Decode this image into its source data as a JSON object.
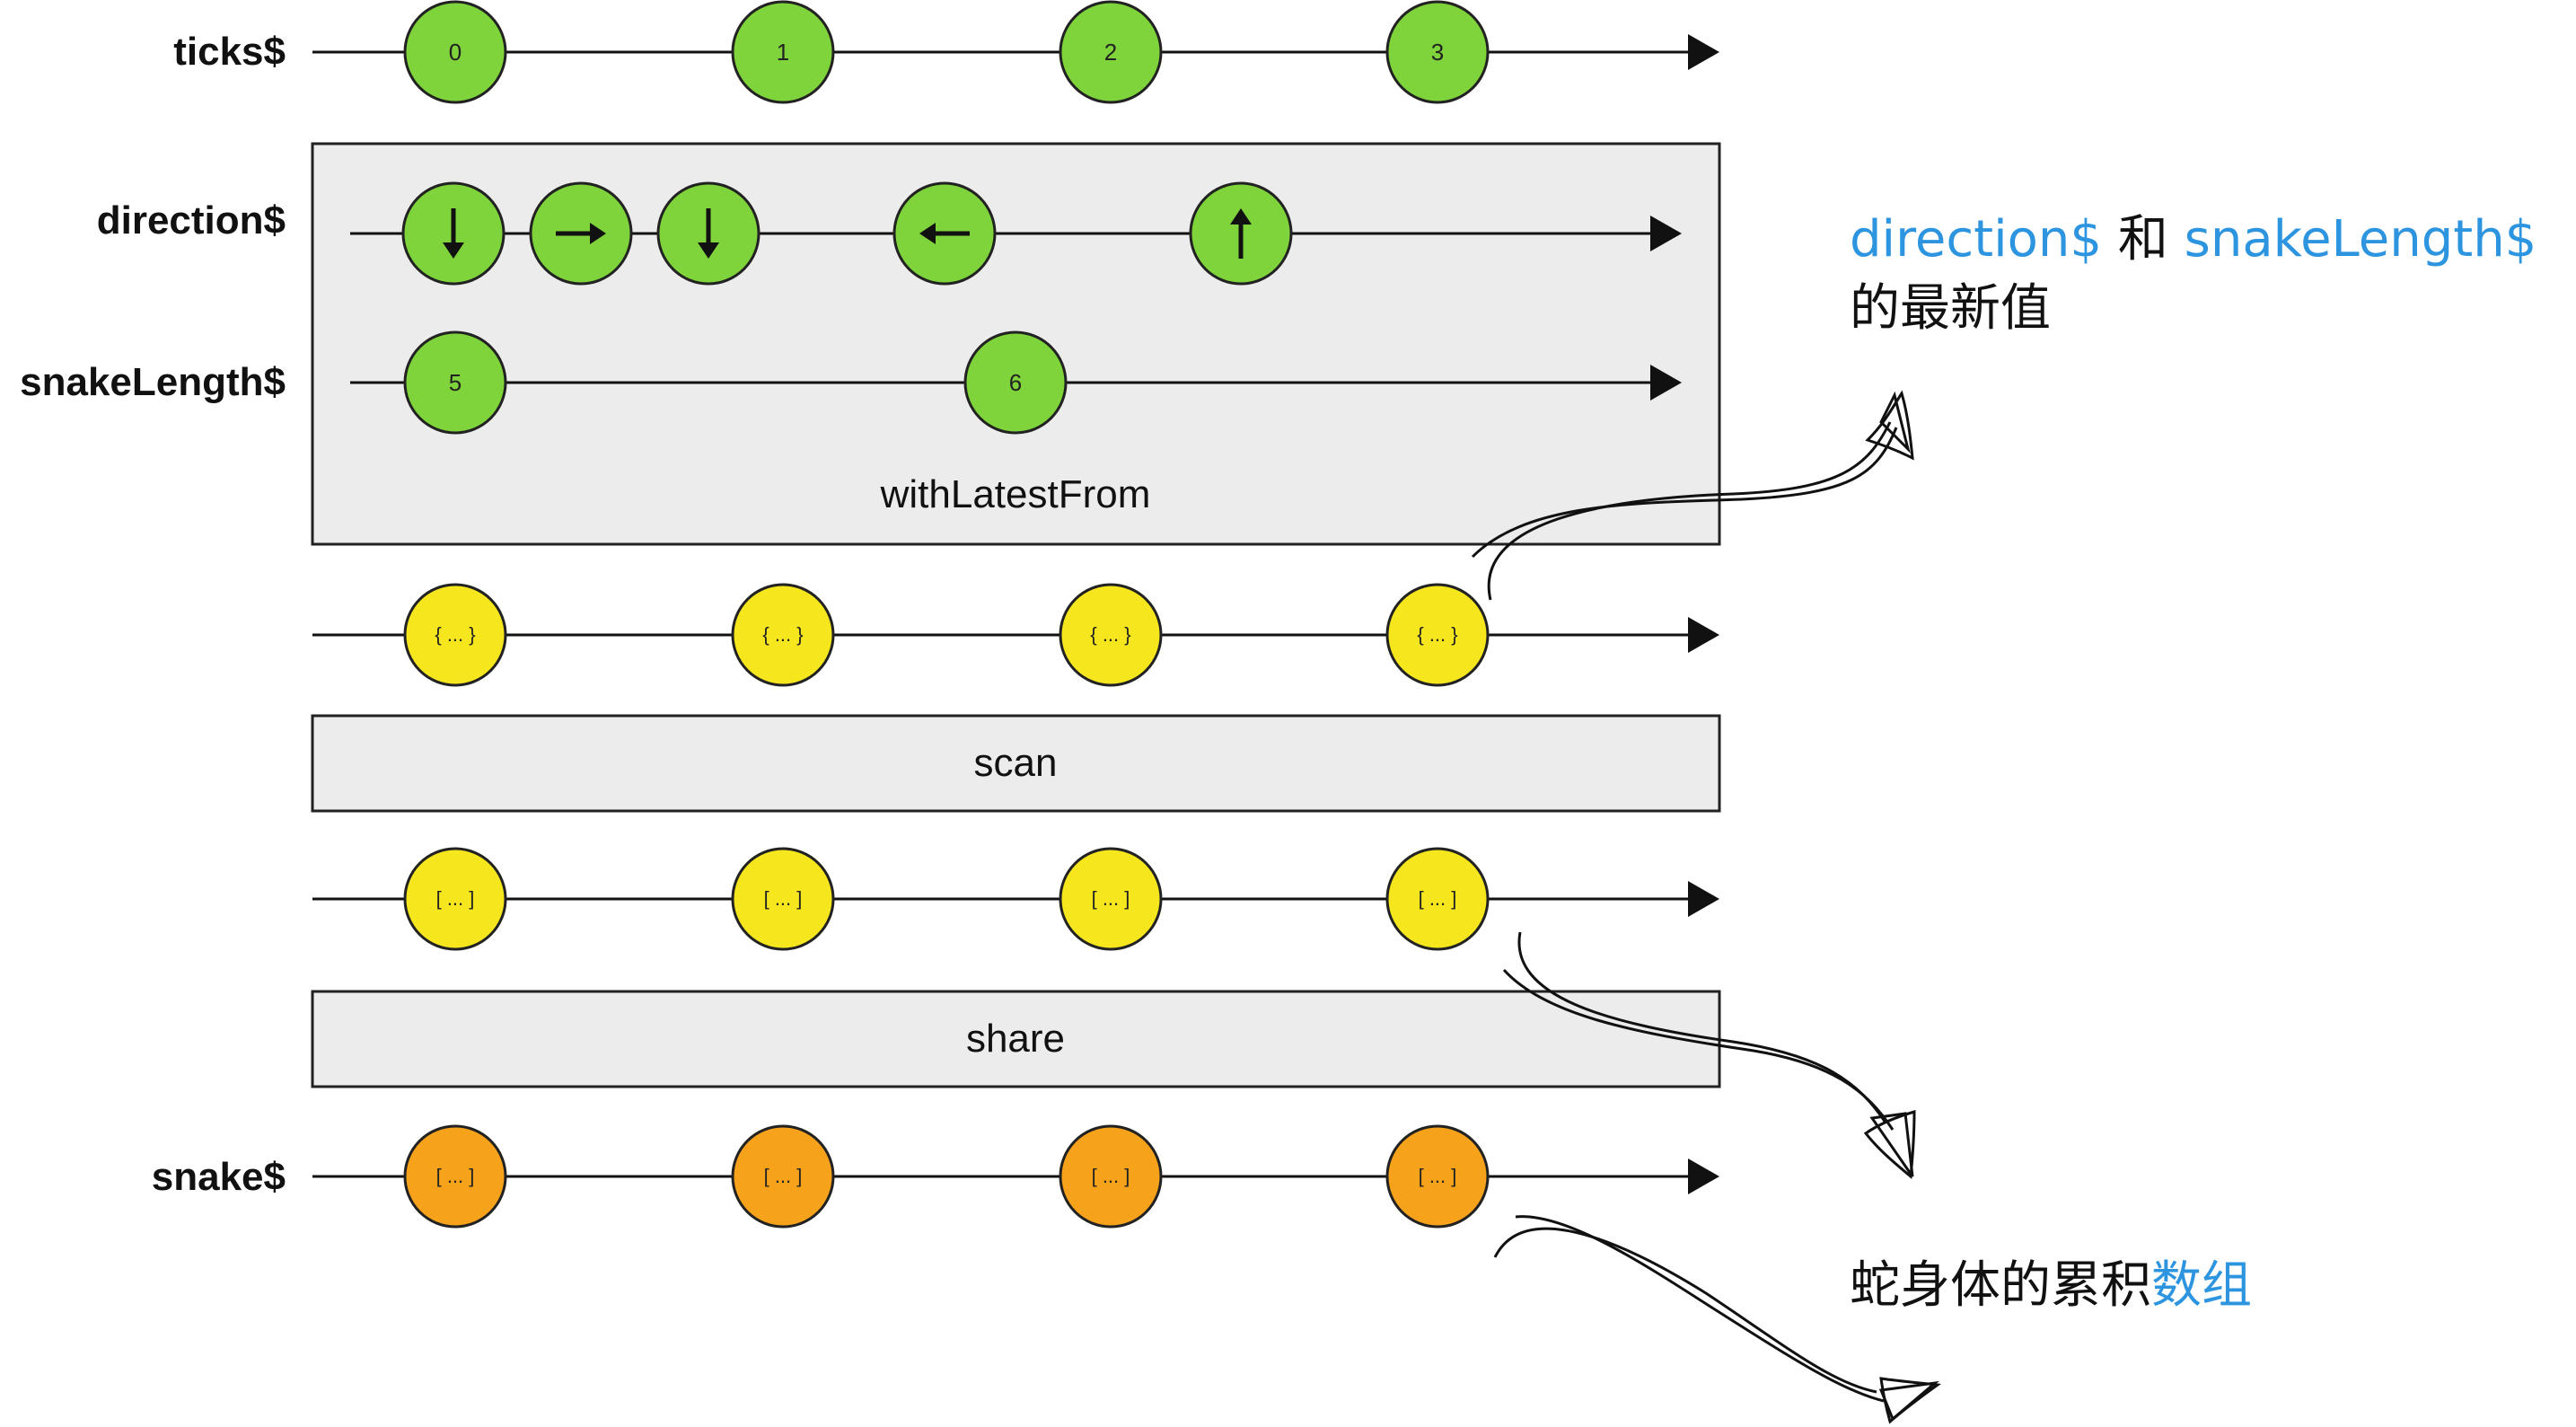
{
  "streams": [
    {
      "id": "ticks",
      "label": "ticks$",
      "marbles": [
        "0",
        "1",
        "2",
        "3"
      ],
      "color": "#7ed43a"
    },
    {
      "id": "direction",
      "label": "direction$",
      "marbles": [
        "down-arrow-icon",
        "right-arrow-icon",
        "down-arrow-icon",
        "left-arrow-icon",
        "up-arrow-icon"
      ],
      "color": "#7ed43a"
    },
    {
      "id": "snakeLength",
      "label": "snakeLength$",
      "marbles": [
        "5",
        "6"
      ],
      "color": "#7ed43a"
    },
    {
      "id": "combined",
      "label": "",
      "marbles": [
        "{ ... }",
        "{ ... }",
        "{ ... }",
        "{ ... }"
      ],
      "color": "#f5e61e"
    },
    {
      "id": "scanned",
      "label": "",
      "marbles": [
        "[ ... ]",
        "[ ... ]",
        "[ ... ]",
        "[ ... ]"
      ],
      "color": "#f5e61e"
    },
    {
      "id": "snake",
      "label": "snake$",
      "marbles": [
        "[ ... ]",
        "[ ... ]",
        "[ ... ]",
        "[ ... ]"
      ],
      "color": "#f7a21b"
    }
  ],
  "operators": {
    "withLatestFrom": "withLatestFrom",
    "scan": "scan",
    "share": "share"
  },
  "notes": {
    "latest": {
      "part1": "direction$",
      "part2": " 和 ",
      "part3": "snakeLength$",
      "line2": "的最新值"
    },
    "accum": {
      "part1": "蛇身体的累积",
      "part2": "数组"
    }
  },
  "colors": {
    "highlight": "#2d95e0",
    "operator_box": "#ececec",
    "marble_stroke": "#222222"
  }
}
